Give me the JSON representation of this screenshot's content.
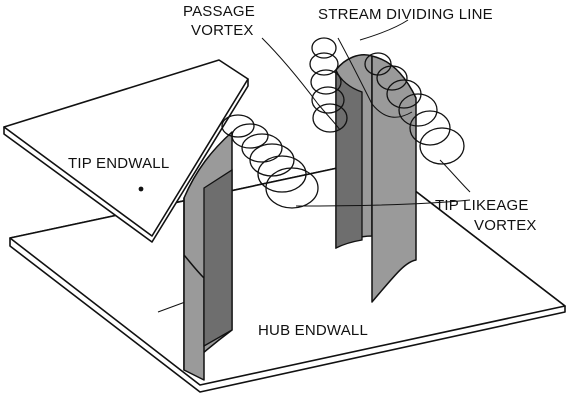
{
  "labels": {
    "passage_vortex_line1": "PASSAGE",
    "passage_vortex_line2": "VORTEX",
    "stream_dividing_line": "STREAM DIVIDING LINE",
    "tip_endwall": "TIP ENDWALL",
    "tip_leakage_line1": "TIP LIKEAGE",
    "tip_leakage_line2": "VORTEX",
    "hub_endwall": "HUB ENDWALL"
  },
  "colors": {
    "blade_fill": "#9a9a9a",
    "line": "#111111",
    "background": "#ffffff"
  }
}
